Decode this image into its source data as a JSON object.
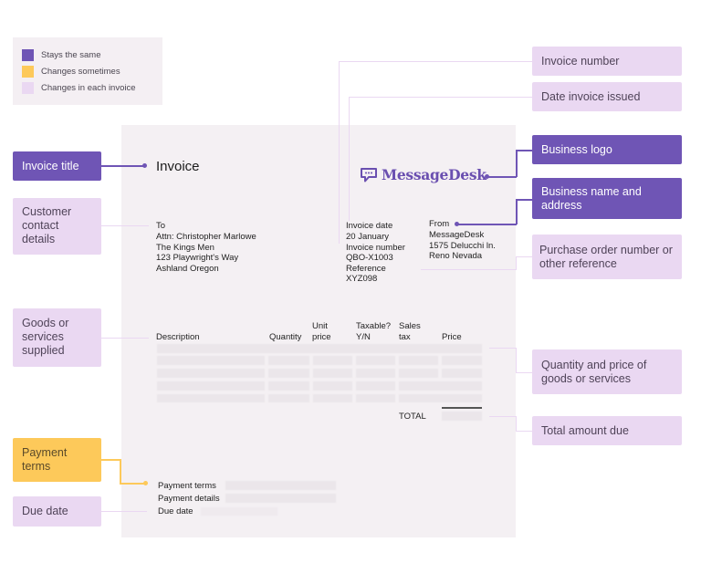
{
  "colors": {
    "stays_same": "#6f55b5",
    "changes_sometimes": "#fdc95a",
    "changes_each_invoice": "#ead8f2",
    "document_bg": "#f4f0f3",
    "logo_purple": "#6a4fb0"
  },
  "legend": {
    "items": [
      {
        "label": "Stays the same",
        "color": "#6f55b5"
      },
      {
        "label": "Changes sometimes",
        "color": "#fdc95a"
      },
      {
        "label": "Changes in each invoice",
        "color": "#ead8f2"
      }
    ]
  },
  "callouts": {
    "left": [
      {
        "label": "Invoice title",
        "category": "stays_same"
      },
      {
        "label": "Customer contact details",
        "category": "changes_each_invoice"
      },
      {
        "label": "Goods or services supplied",
        "category": "changes_each_invoice"
      },
      {
        "label": "Payment terms",
        "category": "changes_sometimes"
      },
      {
        "label": "Due date",
        "category": "changes_each_invoice"
      }
    ],
    "right": [
      {
        "label": "Invoice number",
        "category": "changes_each_invoice"
      },
      {
        "label": "Date invoice issued",
        "category": "changes_each_invoice"
      },
      {
        "label": "Business logo",
        "category": "stays_same"
      },
      {
        "label": "Business name and address",
        "category": "stays_same"
      },
      {
        "label": "Purchase order number or other reference",
        "category": "changes_each_invoice"
      },
      {
        "label": "Quantity and price of goods or services",
        "category": "changes_each_invoice"
      },
      {
        "label": "Total amount due",
        "category": "changes_each_invoice"
      }
    ]
  },
  "invoice": {
    "title": "Invoice",
    "logo": {
      "icon": "chat-bubble-icon",
      "name": "MessageDesk"
    },
    "to": {
      "label": "To",
      "lines": [
        "Attn: Christopher Marlowe",
        "The Kings Men",
        "123 Playwright's Way",
        "Ashland Oregon"
      ]
    },
    "meta": {
      "date_label": "Invoice date",
      "date_value": "20 January",
      "number_label": "Invoice number",
      "number_value": "QBO-X1003",
      "reference_label": "Reference",
      "reference_value": "XYZ098"
    },
    "from": {
      "label": "From",
      "lines": [
        "MessageDesk",
        "1575 Delucchi ln.",
        "Reno Nevada"
      ]
    },
    "table": {
      "headers": [
        "Description",
        "Quantity",
        "Unit price",
        "Taxable? Y/N",
        "Sales tax",
        "Price"
      ],
      "rows": 5,
      "total_label": "TOTAL"
    },
    "footer": {
      "payment_terms_label": "Payment terms",
      "payment_details_label": "Payment details",
      "due_date_label": "Due date"
    }
  }
}
